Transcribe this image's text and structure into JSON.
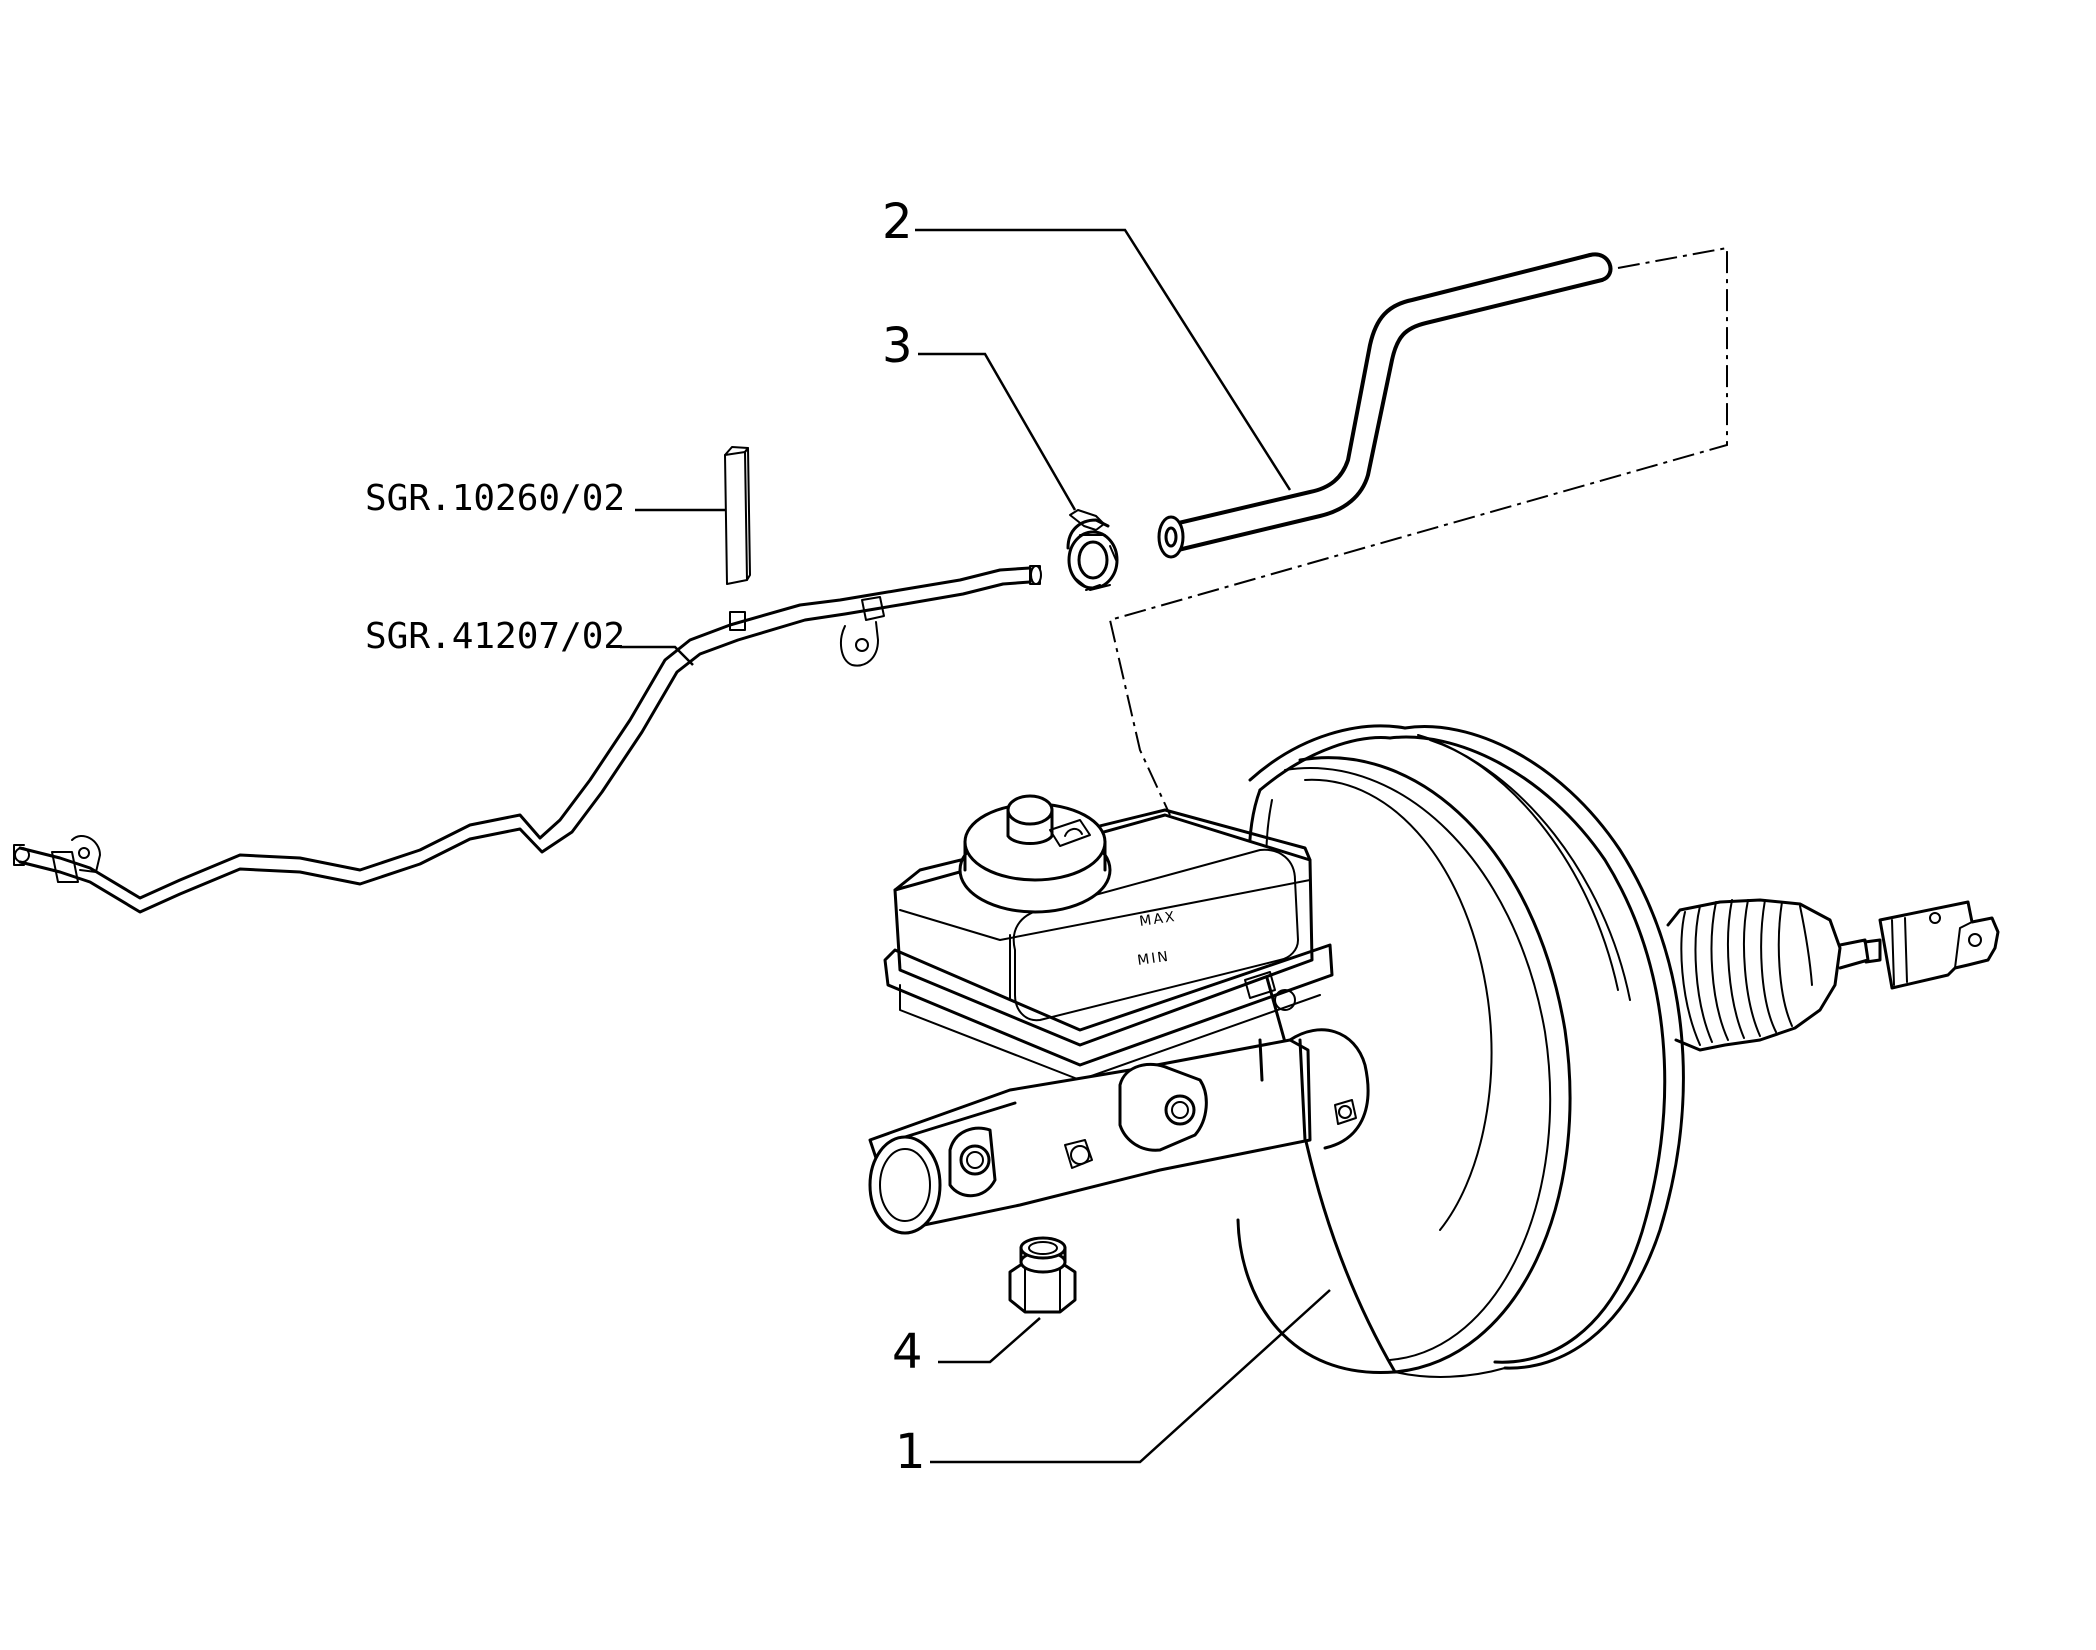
{
  "callouts": {
    "c1": "1",
    "c2": "2",
    "c3": "3",
    "c4": "4"
  },
  "references": {
    "ref_a": "SGR.10260/02",
    "ref_b": "SGR.41207/02"
  },
  "reservoir": {
    "max_label": "MAX",
    "min_label": "MIN"
  }
}
